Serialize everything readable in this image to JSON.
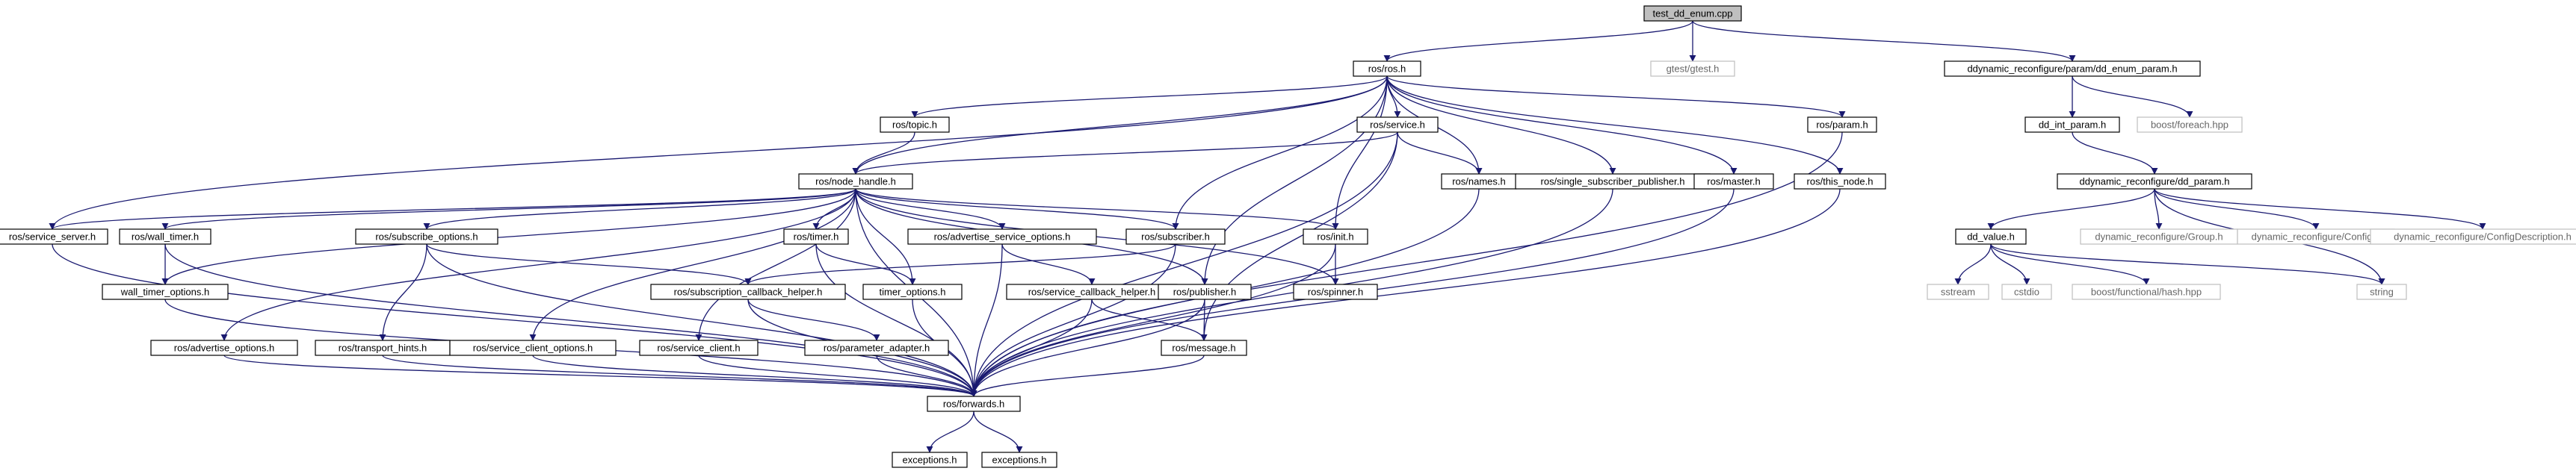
{
  "colors": {
    "edge": "#191970",
    "root_fill": "#bfbfbf",
    "node_fill": "#ffffff",
    "node_border": "#000000",
    "external_border": "#bfbfbf",
    "text": "#000000",
    "external_text": "#666666"
  },
  "nodes": [
    {
      "id": "test_dd_enum_cpp",
      "label": "test_dd_enum.cpp",
      "kind": "root"
    },
    {
      "id": "ros_ros_h",
      "label": "ros/ros.h",
      "kind": "normal"
    },
    {
      "id": "gtest_gtest_h",
      "label": "gtest/gtest.h",
      "kind": "external"
    },
    {
      "id": "dd_enum_param_h",
      "label": "ddynamic_reconfigure/param/dd_enum_param.h",
      "kind": "normal"
    },
    {
      "id": "ros_topic_h",
      "label": "ros/topic.h",
      "kind": "normal"
    },
    {
      "id": "ros_service_h",
      "label": "ros/service.h",
      "kind": "normal"
    },
    {
      "id": "ros_param_h",
      "label": "ros/param.h",
      "kind": "normal"
    },
    {
      "id": "dd_int_param_h",
      "label": "dd_int_param.h",
      "kind": "normal"
    },
    {
      "id": "boost_foreach_hpp",
      "label": "boost/foreach.hpp",
      "kind": "external"
    },
    {
      "id": "ros_node_handle_h",
      "label": "ros/node_handle.h",
      "kind": "normal"
    },
    {
      "id": "ros_names_h",
      "label": "ros/names.h",
      "kind": "normal"
    },
    {
      "id": "ros_single_subscriber_publisher_h",
      "label": "ros/single_subscriber_publisher.h",
      "kind": "normal"
    },
    {
      "id": "ros_master_h",
      "label": "ros/master.h",
      "kind": "normal"
    },
    {
      "id": "ros_this_node_h",
      "label": "ros/this_node.h",
      "kind": "normal"
    },
    {
      "id": "dd_param_h",
      "label": "ddynamic_reconfigure/dd_param.h",
      "kind": "normal"
    },
    {
      "id": "ros_service_server_h",
      "label": "ros/service_server.h",
      "kind": "normal"
    },
    {
      "id": "ros_wall_timer_h",
      "label": "ros/wall_timer.h",
      "kind": "normal"
    },
    {
      "id": "ros_subscribe_options_h",
      "label": "ros/subscribe_options.h",
      "kind": "normal"
    },
    {
      "id": "ros_timer_h",
      "label": "ros/timer.h",
      "kind": "normal"
    },
    {
      "id": "ros_advertise_service_options_h",
      "label": "ros/advertise_service_options.h",
      "kind": "normal"
    },
    {
      "id": "ros_subscriber_h",
      "label": "ros/subscriber.h",
      "kind": "normal"
    },
    {
      "id": "ros_init_h",
      "label": "ros/init.h",
      "kind": "normal"
    },
    {
      "id": "dd_value_h",
      "label": "dd_value.h",
      "kind": "normal"
    },
    {
      "id": "dynamic_reconfigure_group_h",
      "label": "dynamic_reconfigure/Group.h",
      "kind": "external"
    },
    {
      "id": "dynamic_reconfigure_config_h",
      "label": "dynamic_reconfigure/Config.h",
      "kind": "external"
    },
    {
      "id": "dynamic_reconfigure_configdescription_h",
      "label": "dynamic_reconfigure/ConfigDescription.h",
      "kind": "external"
    },
    {
      "id": "wall_timer_options_h",
      "label": "wall_timer_options.h",
      "kind": "normal"
    },
    {
      "id": "ros_subscription_callback_helper_h",
      "label": "ros/subscription_callback_helper.h",
      "kind": "normal"
    },
    {
      "id": "timer_options_h",
      "label": "timer_options.h",
      "kind": "normal"
    },
    {
      "id": "ros_service_callback_helper_h",
      "label": "ros/service_callback_helper.h",
      "kind": "normal"
    },
    {
      "id": "ros_publisher_h",
      "label": "ros/publisher.h",
      "kind": "normal"
    },
    {
      "id": "ros_spinner_h",
      "label": "ros/spinner.h",
      "kind": "normal"
    },
    {
      "id": "sstream",
      "label": "sstream",
      "kind": "external"
    },
    {
      "id": "cstdio",
      "label": "cstdio",
      "kind": "external"
    },
    {
      "id": "boost_functional_hash_hpp",
      "label": "boost/functional/hash.hpp",
      "kind": "external"
    },
    {
      "id": "string",
      "label": "string",
      "kind": "external"
    },
    {
      "id": "ros_advertise_options_h",
      "label": "ros/advertise_options.h",
      "kind": "normal"
    },
    {
      "id": "ros_transport_hints_h",
      "label": "ros/transport_hints.h",
      "kind": "normal"
    },
    {
      "id": "ros_service_client_options_h",
      "label": "ros/service_client_options.h",
      "kind": "normal"
    },
    {
      "id": "ros_service_client_h",
      "label": "ros/service_client.h",
      "kind": "normal"
    },
    {
      "id": "ros_parameter_adapter_h",
      "label": "ros/parameter_adapter.h",
      "kind": "normal"
    },
    {
      "id": "ros_message_h",
      "label": "ros/message.h",
      "kind": "normal"
    },
    {
      "id": "ros_forwards_h",
      "label": "ros/forwards.h",
      "kind": "normal"
    },
    {
      "id": "exceptions_h_1",
      "label": "exceptions.h",
      "kind": "normal"
    },
    {
      "id": "exceptions_h_2",
      "label": "exceptions.h",
      "kind": "normal"
    }
  ],
  "edges": [
    [
      "test_dd_enum_cpp",
      "ros_ros_h"
    ],
    [
      "test_dd_enum_cpp",
      "gtest_gtest_h"
    ],
    [
      "test_dd_enum_cpp",
      "dd_enum_param_h"
    ],
    [
      "ros_ros_h",
      "ros_topic_h"
    ],
    [
      "ros_ros_h",
      "ros_service_h"
    ],
    [
      "ros_ros_h",
      "ros_param_h"
    ],
    [
      "ros_ros_h",
      "ros_node_handle_h"
    ],
    [
      "ros_ros_h",
      "ros_names_h"
    ],
    [
      "ros_ros_h",
      "ros_single_subscriber_publisher_h"
    ],
    [
      "ros_ros_h",
      "ros_master_h"
    ],
    [
      "ros_ros_h",
      "ros_this_node_h"
    ],
    [
      "ros_ros_h",
      "ros_service_server_h"
    ],
    [
      "ros_ros_h",
      "ros_subscriber_h"
    ],
    [
      "ros_ros_h",
      "ros_init_h"
    ],
    [
      "ros_ros_h",
      "ros_publisher_h"
    ],
    [
      "dd_enum_param_h",
      "dd_int_param_h"
    ],
    [
      "dd_enum_param_h",
      "boost_foreach_hpp"
    ],
    [
      "dd_int_param_h",
      "dd_param_h"
    ],
    [
      "dd_param_h",
      "dd_value_h"
    ],
    [
      "dd_param_h",
      "dynamic_reconfigure_group_h"
    ],
    [
      "dd_param_h",
      "dynamic_reconfigure_config_h"
    ],
    [
      "dd_param_h",
      "dynamic_reconfigure_configdescription_h"
    ],
    [
      "dd_param_h",
      "string"
    ],
    [
      "dd_value_h",
      "sstream"
    ],
    [
      "dd_value_h",
      "cstdio"
    ],
    [
      "dd_value_h",
      "boost_functional_hash_hpp"
    ],
    [
      "dd_value_h",
      "string"
    ],
    [
      "ros_topic_h",
      "ros_node_handle_h"
    ],
    [
      "ros_service_h",
      "ros_node_handle_h"
    ],
    [
      "ros_service_h",
      "ros_names_h"
    ],
    [
      "ros_service_h",
      "ros_message_h"
    ],
    [
      "ros_service_h",
      "ros_forwards_h"
    ],
    [
      "ros_param_h",
      "ros_forwards_h"
    ],
    [
      "ros_names_h",
      "ros_forwards_h"
    ],
    [
      "ros_single_subscriber_publisher_h",
      "ros_forwards_h"
    ],
    [
      "ros_master_h",
      "ros_forwards_h"
    ],
    [
      "ros_this_node_h",
      "ros_forwards_h"
    ],
    [
      "ros_node_handle_h",
      "ros_service_server_h"
    ],
    [
      "ros_node_handle_h",
      "ros_wall_timer_h"
    ],
    [
      "ros_node_handle_h",
      "ros_subscribe_options_h"
    ],
    [
      "ros_node_handle_h",
      "ros_timer_h"
    ],
    [
      "ros_node_handle_h",
      "ros_advertise_service_options_h"
    ],
    [
      "ros_node_handle_h",
      "ros_subscriber_h"
    ],
    [
      "ros_node_handle_h",
      "ros_init_h"
    ],
    [
      "ros_node_handle_h",
      "ros_spinner_h"
    ],
    [
      "ros_node_handle_h",
      "ros_publisher_h"
    ],
    [
      "ros_node_handle_h",
      "wall_timer_options_h"
    ],
    [
      "ros_node_handle_h",
      "timer_options_h"
    ],
    [
      "ros_node_handle_h",
      "ros_advertise_options_h"
    ],
    [
      "ros_node_handle_h",
      "ros_service_client_options_h"
    ],
    [
      "ros_node_handle_h",
      "ros_service_client_h"
    ],
    [
      "ros_node_handle_h",
      "ros_forwards_h"
    ],
    [
      "ros_service_server_h",
      "ros_forwards_h"
    ],
    [
      "ros_wall_timer_h",
      "wall_timer_options_h"
    ],
    [
      "ros_wall_timer_h",
      "ros_forwards_h"
    ],
    [
      "wall_timer_options_h",
      "ros_forwards_h"
    ],
    [
      "ros_subscribe_options_h",
      "ros_subscription_callback_helper_h"
    ],
    [
      "ros_subscribe_options_h",
      "ros_transport_hints_h"
    ],
    [
      "ros_subscribe_options_h",
      "ros_forwards_h"
    ],
    [
      "ros_timer_h",
      "timer_options_h"
    ],
    [
      "ros_timer_h",
      "ros_forwards_h"
    ],
    [
      "timer_options_h",
      "ros_forwards_h"
    ],
    [
      "ros_advertise_service_options_h",
      "ros_service_callback_helper_h"
    ],
    [
      "ros_advertise_service_options_h",
      "ros_forwards_h"
    ],
    [
      "ros_subscriber_h",
      "ros_subscription_callback_helper_h"
    ],
    [
      "ros_subscriber_h",
      "ros_forwards_h"
    ],
    [
      "ros_init_h",
      "ros_spinner_h"
    ],
    [
      "ros_init_h",
      "ros_forwards_h"
    ],
    [
      "ros_subscription_callback_helper_h",
      "ros_parameter_adapter_h"
    ],
    [
      "ros_subscription_callback_helper_h",
      "ros_forwards_h"
    ],
    [
      "ros_service_callback_helper_h",
      "ros_message_h"
    ],
    [
      "ros_service_callback_helper_h",
      "ros_forwards_h"
    ],
    [
      "ros_publisher_h",
      "ros_message_h"
    ],
    [
      "ros_publisher_h",
      "ros_forwards_h"
    ],
    [
      "ros_parameter_adapter_h",
      "ros_forwards_h"
    ],
    [
      "ros_advertise_options_h",
      "ros_forwards_h"
    ],
    [
      "ros_transport_hints_h",
      "ros_forwards_h"
    ],
    [
      "ros_service_client_options_h",
      "ros_forwards_h"
    ],
    [
      "ros_service_client_h",
      "ros_forwards_h"
    ],
    [
      "ros_message_h",
      "ros_forwards_h"
    ],
    [
      "ros_forwards_h",
      "exceptions_h_1"
    ],
    [
      "ros_forwards_h",
      "exceptions_h_2"
    ]
  ]
}
